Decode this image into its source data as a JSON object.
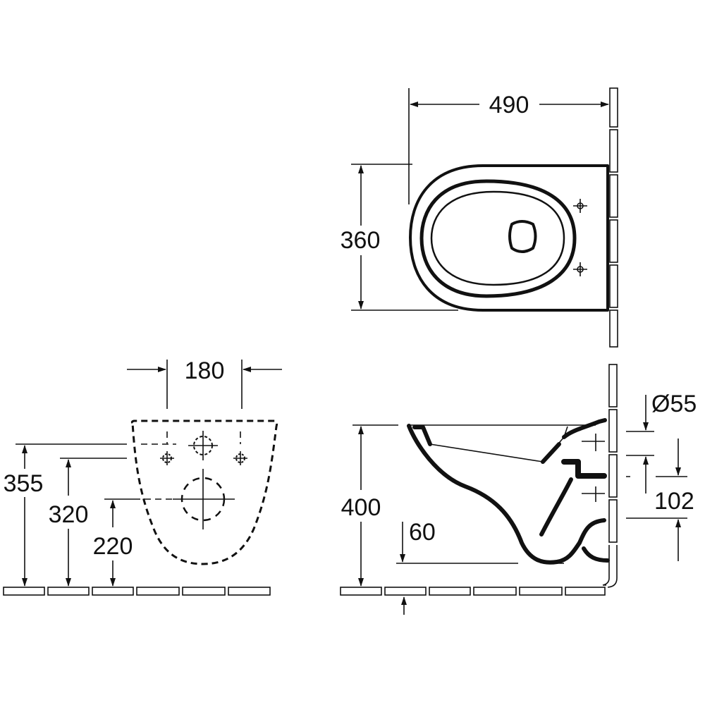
{
  "drawing": {
    "top_view": {
      "width_label": "490",
      "depth_label": "360"
    },
    "front_view": {
      "fixing_spacing_label": "180",
      "height_355_label": "355",
      "height_320_label": "320",
      "height_220_label": "220"
    },
    "side_view": {
      "rim_height_label": "400",
      "bottom_clearance_label": "60",
      "inlet_diameter_label": "Ø55",
      "outlet_offset_label": "102"
    }
  }
}
